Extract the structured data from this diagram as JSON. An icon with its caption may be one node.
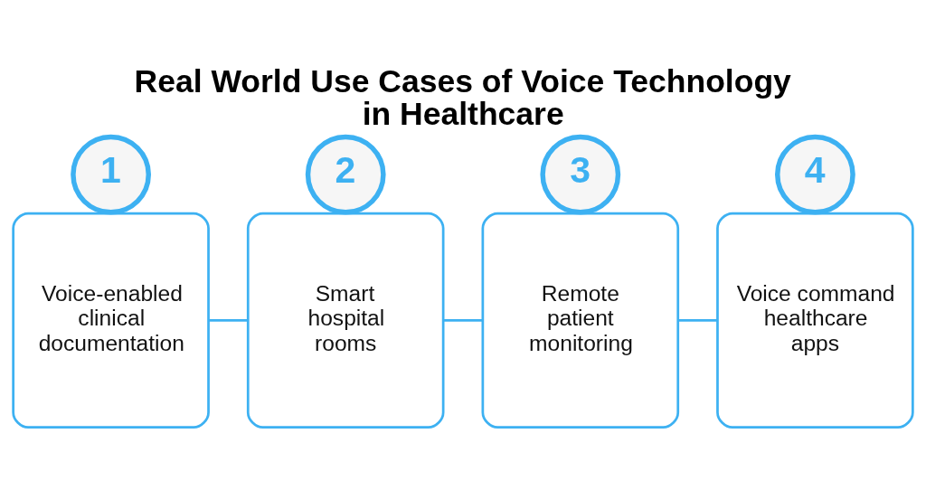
{
  "diagram": {
    "title": "Real World Use Cases of Voice Technology in Healthcare",
    "nodes": [
      {
        "text": [
          "1"
        ]
      },
      {
        "text": [
          "Voice-enabled clinical documentation"
        ]
      },
      {
        "text": [
          "2"
        ]
      },
      {
        "text": [
          "Smart hospital rooms"
        ]
      },
      {
        "text": [
          "3"
        ]
      },
      {
        "text": [
          "Remote patient monitoring"
        ]
      },
      {
        "text": [
          "4"
        ]
      },
      {
        "text": [
          "Voice command healthcare apps"
        ]
      }
    ],
    "edges": [
      {
        "from": 1,
        "to": 3,
        "arrow": "none"
      },
      {
        "from": 3,
        "to": 5,
        "arrow": "none"
      },
      {
        "from": 5,
        "to": 7,
        "arrow": "none"
      }
    ]
  }
}
